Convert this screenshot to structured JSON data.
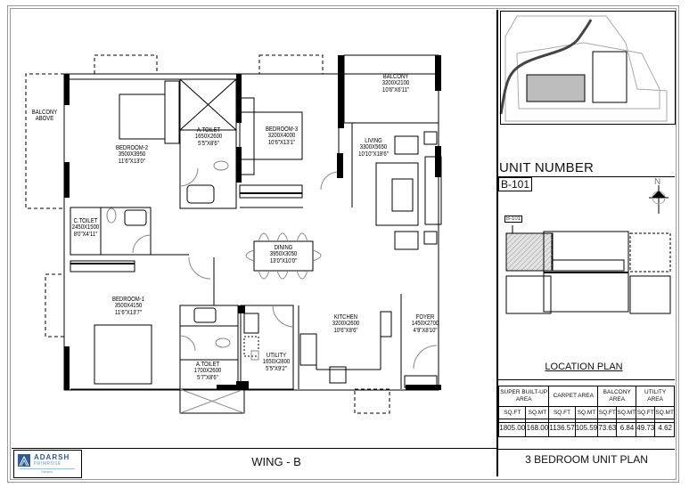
{
  "sheet": {
    "wing_title": "WING - B",
    "plan_title": "3 BEDROOM UNIT PLAN",
    "location_plan_title": "LOCATION PLAN",
    "unit_number_label": "UNIT NUMBER",
    "unit_number": "B-101",
    "location_marker": "B-101",
    "north_label": "N"
  },
  "logo": {
    "brand": "ADARSH",
    "sub": "PRIMROSE",
    "tagline": "Campus"
  },
  "rooms": {
    "balcony_above": {
      "name": "BALCONY",
      "line2": "ABOVE"
    },
    "bedroom2": {
      "name": "BEDROOM-2",
      "mm": "3500X3950",
      "ft": "11'6\"X13'0\""
    },
    "atoilet_top": {
      "name": "A.TOILET",
      "mm": "1650X2600",
      "ft": "5'5\"X8'6\""
    },
    "bedroom3": {
      "name": "BEDROOM-3",
      "mm": "3200X4000",
      "ft": "10'6\"X13'1\""
    },
    "balcony": {
      "name": "BALCONY",
      "mm": "3200X2100",
      "ft": "10'6\"X6'11\""
    },
    "living": {
      "name": "LIVING",
      "mm": "3300X5650",
      "ft": "10'10\"X18'6\""
    },
    "ctoilet": {
      "name": "C.TOILET",
      "mm": "2450X1500",
      "ft": "8'0\"X4'11\""
    },
    "dining": {
      "name": "DINING",
      "mm": "3950X3050",
      "ft": "13'0\"X10'0\""
    },
    "bedroom1": {
      "name": "BEDROOM-1",
      "mm": "3500X4150",
      "ft": "11'6\"X13'7\""
    },
    "atoilet_bottom": {
      "name": "A.TOILET",
      "mm": "1700X2600",
      "ft": "5'7\"X8'6\""
    },
    "utility": {
      "name": "UTILITY",
      "mm": "1650X2800",
      "ft": "5'5\"X9'2\""
    },
    "kitchen": {
      "name": "KITCHEN",
      "mm": "3200X2600",
      "ft": "10'6\"X8'6\""
    },
    "foyer": {
      "name": "FOYER",
      "mm": "1450X2700",
      "ft": "4'9\"X8'10\""
    }
  },
  "area_table": {
    "groups": [
      "SUPER BUILT-UP AREA",
      "CARPET AREA",
      "BALCONY AREA",
      "UTILITY AREA"
    ],
    "units": [
      "SQ.FT",
      "SQ.MT",
      "SQ.FT",
      "SQ.MT",
      "SQ.FT",
      "SQ.MT",
      "SQ.FT",
      "SQ.MT"
    ],
    "values": [
      "1805.00",
      "168.00",
      "1136.57",
      "105.59",
      "73.63",
      "6.84",
      "49.73",
      "4.62"
    ]
  }
}
